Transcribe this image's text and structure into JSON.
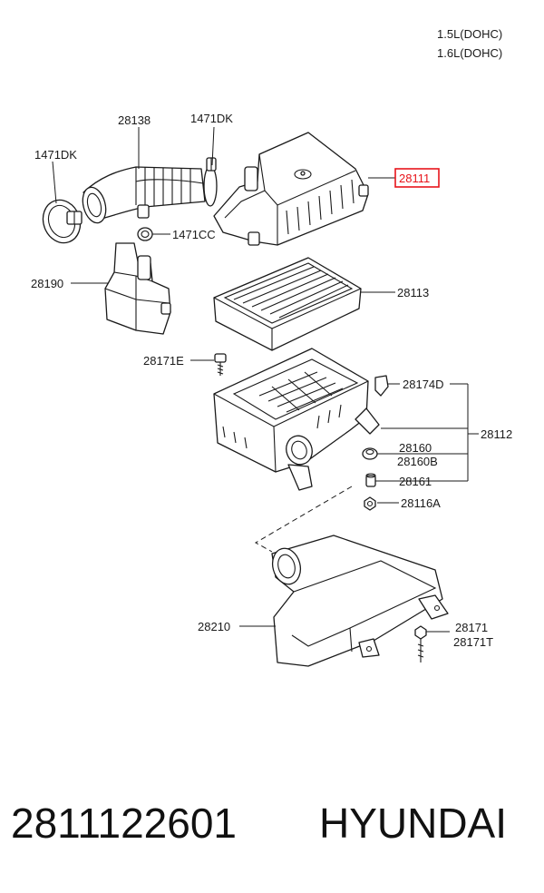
{
  "header": {
    "engine_lines": [
      "1.5L(DOHC)",
      "1.6L(DOHC)"
    ]
  },
  "callouts": {
    "c28138": "28138",
    "c1471DK_a": "1471DK",
    "c1471DK_b": "1471DK",
    "c28111": "28111",
    "c1471CC": "1471CC",
    "c28190": "28190",
    "c28113": "28113",
    "c28171E": "28171E",
    "c28174D": "28174D",
    "c28112": "28112",
    "c28160": "28160",
    "c28160B": "28160B",
    "c28161": "28161",
    "c28116A": "28116A",
    "c28210": "28210",
    "c28171": "28171",
    "c28171T": "28171T"
  },
  "highlight": {
    "part": "28111",
    "color": "#e8141b"
  },
  "footer": {
    "part_number": "2811122601",
    "brand": "HYUNDAI"
  }
}
